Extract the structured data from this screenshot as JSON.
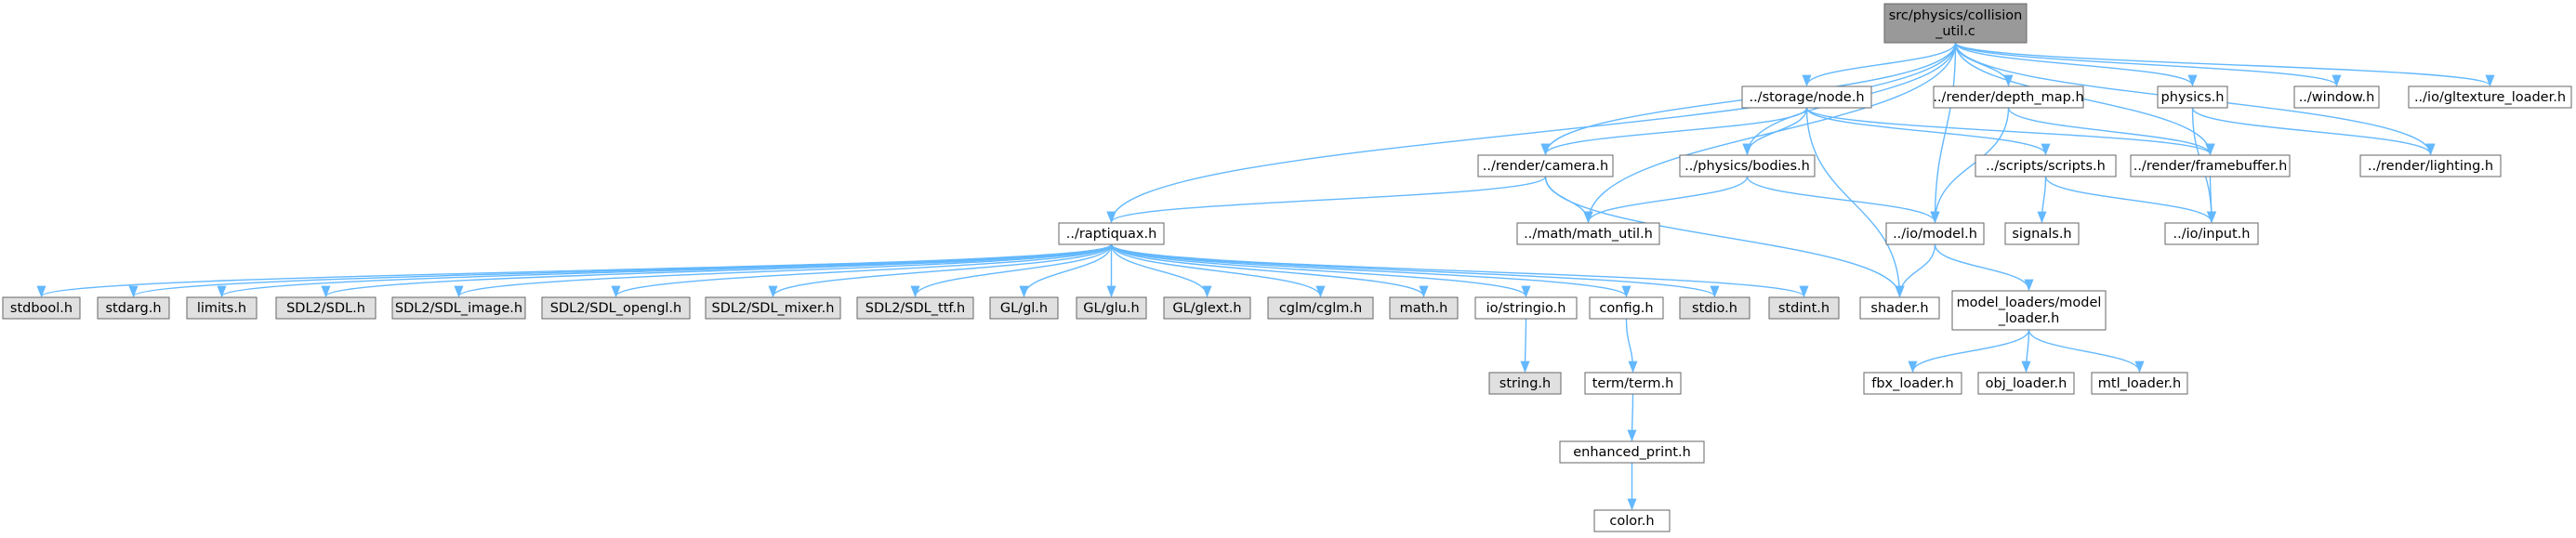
{
  "colors": {
    "edge": "#63b8ff",
    "node_border": "#666666",
    "node_fill_default": "#ffffff",
    "node_fill_system": "#e0e0e0",
    "node_fill_root": "#999999"
  },
  "nodes": [
    {
      "id": "root",
      "lines": [
        "src/physics/collision",
        "_util.c"
      ],
      "kind": "root"
    },
    {
      "id": "storage_node",
      "lines": [
        "../storage/node.h"
      ],
      "kind": "local"
    },
    {
      "id": "depth_map",
      "lines": [
        "../render/depth_map.h"
      ],
      "kind": "local"
    },
    {
      "id": "physics_h",
      "lines": [
        "physics.h"
      ],
      "kind": "local"
    },
    {
      "id": "window_h",
      "lines": [
        "../window.h"
      ],
      "kind": "local"
    },
    {
      "id": "gltexture",
      "lines": [
        "../io/gltexture_loader.h"
      ],
      "kind": "local"
    },
    {
      "id": "camera",
      "lines": [
        "../render/camera.h"
      ],
      "kind": "local"
    },
    {
      "id": "bodies",
      "lines": [
        "../physics/bodies.h"
      ],
      "kind": "local"
    },
    {
      "id": "scripts",
      "lines": [
        "../scripts/scripts.h"
      ],
      "kind": "local"
    },
    {
      "id": "framebuffer",
      "lines": [
        "../render/framebuffer.h"
      ],
      "kind": "local"
    },
    {
      "id": "lighting",
      "lines": [
        "../render/lighting.h"
      ],
      "kind": "local"
    },
    {
      "id": "raptiquax",
      "lines": [
        "../raptiquax.h"
      ],
      "kind": "local"
    },
    {
      "id": "math_util",
      "lines": [
        "../math/math_util.h"
      ],
      "kind": "local"
    },
    {
      "id": "model",
      "lines": [
        "../io/model.h"
      ],
      "kind": "local"
    },
    {
      "id": "signals",
      "lines": [
        "signals.h"
      ],
      "kind": "local"
    },
    {
      "id": "input",
      "lines": [
        "../io/input.h"
      ],
      "kind": "local"
    },
    {
      "id": "stdbool",
      "lines": [
        "stdbool.h"
      ],
      "kind": "system"
    },
    {
      "id": "stdarg",
      "lines": [
        "stdarg.h"
      ],
      "kind": "system"
    },
    {
      "id": "limits",
      "lines": [
        "limits.h"
      ],
      "kind": "system"
    },
    {
      "id": "sdl",
      "lines": [
        "SDL2/SDL.h"
      ],
      "kind": "system"
    },
    {
      "id": "sdl_image",
      "lines": [
        "SDL2/SDL_image.h"
      ],
      "kind": "system"
    },
    {
      "id": "sdl_opengl",
      "lines": [
        "SDL2/SDL_opengl.h"
      ],
      "kind": "system"
    },
    {
      "id": "sdl_mixer",
      "lines": [
        "SDL2/SDL_mixer.h"
      ],
      "kind": "system"
    },
    {
      "id": "sdl_ttf",
      "lines": [
        "SDL2/SDL_ttf.h"
      ],
      "kind": "system"
    },
    {
      "id": "gl",
      "lines": [
        "GL/gl.h"
      ],
      "kind": "system"
    },
    {
      "id": "glu",
      "lines": [
        "GL/glu.h"
      ],
      "kind": "system"
    },
    {
      "id": "glext",
      "lines": [
        "GL/glext.h"
      ],
      "kind": "system"
    },
    {
      "id": "cglm",
      "lines": [
        "cglm/cglm.h"
      ],
      "kind": "system"
    },
    {
      "id": "math_h",
      "lines": [
        "math.h"
      ],
      "kind": "system"
    },
    {
      "id": "stringio",
      "lines": [
        "io/stringio.h"
      ],
      "kind": "local"
    },
    {
      "id": "config",
      "lines": [
        "config.h"
      ],
      "kind": "local"
    },
    {
      "id": "stdio",
      "lines": [
        "stdio.h"
      ],
      "kind": "system"
    },
    {
      "id": "stdint",
      "lines": [
        "stdint.h"
      ],
      "kind": "system"
    },
    {
      "id": "shader",
      "lines": [
        "shader.h"
      ],
      "kind": "local"
    },
    {
      "id": "model_loader",
      "lines": [
        "model_loaders/model",
        "_loader.h"
      ],
      "kind": "local"
    },
    {
      "id": "string_h",
      "lines": [
        "string.h"
      ],
      "kind": "system"
    },
    {
      "id": "term",
      "lines": [
        "term/term.h"
      ],
      "kind": "local"
    },
    {
      "id": "fbx",
      "lines": [
        "fbx_loader.h"
      ],
      "kind": "local"
    },
    {
      "id": "obj",
      "lines": [
        "obj_loader.h"
      ],
      "kind": "local"
    },
    {
      "id": "mtl",
      "lines": [
        "mtl_loader.h"
      ],
      "kind": "local"
    },
    {
      "id": "enhanced",
      "lines": [
        "enhanced_print.h"
      ],
      "kind": "local"
    },
    {
      "id": "color",
      "lines": [
        "color.h"
      ],
      "kind": "local"
    }
  ],
  "edges": [
    [
      "root",
      "storage_node"
    ],
    [
      "root",
      "depth_map"
    ],
    [
      "root",
      "physics_h"
    ],
    [
      "root",
      "window_h"
    ],
    [
      "root",
      "gltexture"
    ],
    [
      "root",
      "camera"
    ],
    [
      "root",
      "bodies"
    ],
    [
      "root",
      "framebuffer"
    ],
    [
      "root",
      "lighting"
    ],
    [
      "root",
      "raptiquax"
    ],
    [
      "root",
      "math_util"
    ],
    [
      "root",
      "model"
    ],
    [
      "storage_node",
      "camera"
    ],
    [
      "storage_node",
      "bodies"
    ],
    [
      "storage_node",
      "scripts"
    ],
    [
      "storage_node",
      "framebuffer"
    ],
    [
      "storage_node",
      "shader"
    ],
    [
      "depth_map",
      "framebuffer"
    ],
    [
      "depth_map",
      "model"
    ],
    [
      "physics_h",
      "lighting"
    ],
    [
      "physics_h",
      "input"
    ],
    [
      "camera",
      "raptiquax"
    ],
    [
      "camera",
      "math_util"
    ],
    [
      "camera",
      "shader"
    ],
    [
      "bodies",
      "math_util"
    ],
    [
      "bodies",
      "model"
    ],
    [
      "scripts",
      "signals"
    ],
    [
      "scripts",
      "input"
    ],
    [
      "framebuffer",
      "input"
    ],
    [
      "model",
      "shader"
    ],
    [
      "model",
      "model_loader"
    ],
    [
      "raptiquax",
      "stdbool"
    ],
    [
      "raptiquax",
      "stdarg"
    ],
    [
      "raptiquax",
      "limits"
    ],
    [
      "raptiquax",
      "sdl"
    ],
    [
      "raptiquax",
      "sdl_image"
    ],
    [
      "raptiquax",
      "sdl_opengl"
    ],
    [
      "raptiquax",
      "sdl_mixer"
    ],
    [
      "raptiquax",
      "sdl_ttf"
    ],
    [
      "raptiquax",
      "gl"
    ],
    [
      "raptiquax",
      "glu"
    ],
    [
      "raptiquax",
      "glext"
    ],
    [
      "raptiquax",
      "cglm"
    ],
    [
      "raptiquax",
      "math_h"
    ],
    [
      "raptiquax",
      "stringio"
    ],
    [
      "raptiquax",
      "config"
    ],
    [
      "raptiquax",
      "stdio"
    ],
    [
      "raptiquax",
      "stdint"
    ],
    [
      "stringio",
      "string_h"
    ],
    [
      "config",
      "term"
    ],
    [
      "term",
      "enhanced"
    ],
    [
      "enhanced",
      "color"
    ],
    [
      "model_loader",
      "fbx"
    ],
    [
      "model_loader",
      "obj"
    ],
    [
      "model_loader",
      "mtl"
    ]
  ]
}
